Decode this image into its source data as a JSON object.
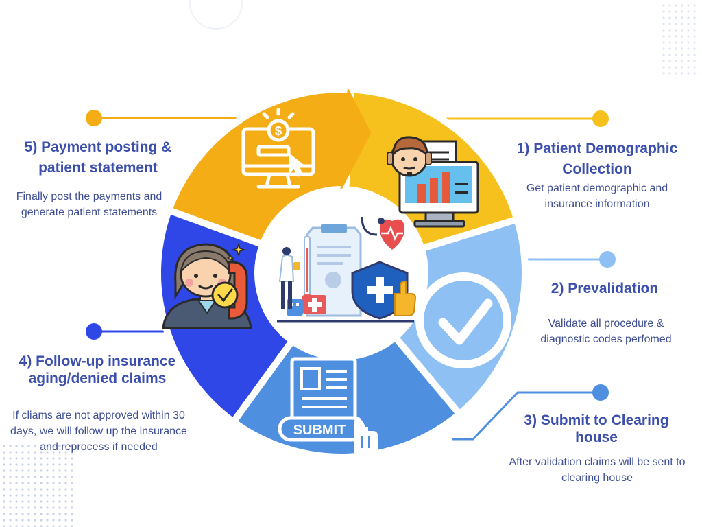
{
  "colors": {
    "step1": "#f6c01d",
    "step2": "#8ec0f3",
    "step3": "#4f8fe0",
    "step4": "#2f47e6",
    "step5": "#f4ad15",
    "title": "#3c4fad",
    "text": "#3f4f95",
    "white": "#ffffff"
  },
  "steps": [
    {
      "id": "step1",
      "title": "1) Patient Demographic Collection",
      "description": "Get patient demographic and insurance information",
      "icon": "patient-demographic-monitor-icon"
    },
    {
      "id": "step2",
      "title": "2) Prevalidation",
      "description": "Validate all procedure & diagnostic codes perfomed",
      "icon": "check-circle-icon"
    },
    {
      "id": "step3",
      "title": "3) Submit to Clearing house",
      "description": "After validation claims will be sent to clearing house",
      "icon": "submit-document-icon",
      "button_text": "SUBMIT"
    },
    {
      "id": "step4",
      "title": "4) Follow-up insurance aging/denied claims",
      "description": "If cliams are not approved within 30 days, we will follow up the insurance and reprocess if needed",
      "icon": "phone-followup-person-icon"
    },
    {
      "id": "step5",
      "title": "5) Payment posting & patient statement",
      "description": "Finally post the payments and generate patient statements",
      "icon": "payment-monitor-icon"
    }
  ],
  "center": {
    "icon": "healthcare-insurance-icon"
  }
}
